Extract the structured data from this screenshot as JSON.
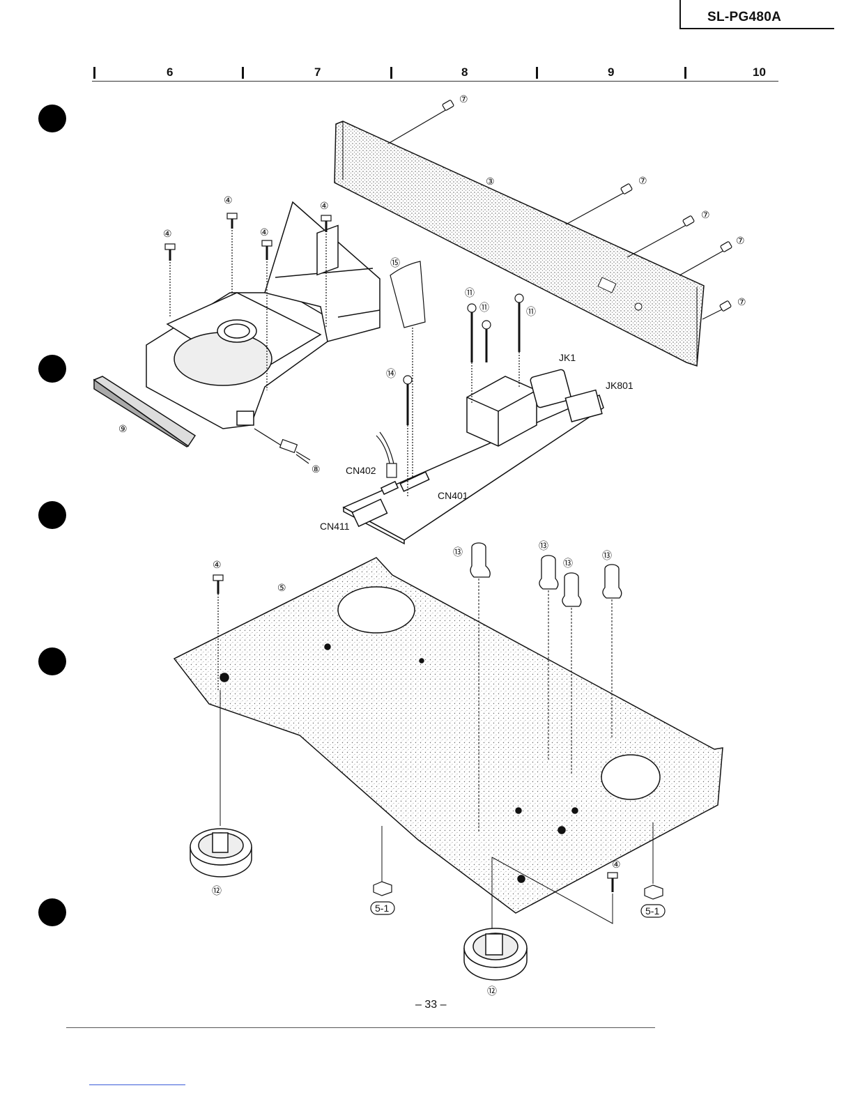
{
  "header": {
    "model": "SL-PG480A"
  },
  "ruler": {
    "columns": [
      "6",
      "7",
      "8",
      "9",
      "10"
    ]
  },
  "callouts": {
    "c3": "③",
    "c4": "④",
    "c5": "⑤",
    "c7": "⑦",
    "c8": "⑧",
    "c9": "⑨",
    "c11": "⑪",
    "c12": "⑫",
    "c13": "⑬",
    "c14": "⑭",
    "c15": "⑮",
    "c5_1": "5-1"
  },
  "labels": {
    "jk1": "JK1",
    "jk801": "JK801",
    "cn402": "CN402",
    "cn401": "CN401",
    "cn411": "CN411"
  },
  "footer": {
    "page": "– 33 –"
  }
}
